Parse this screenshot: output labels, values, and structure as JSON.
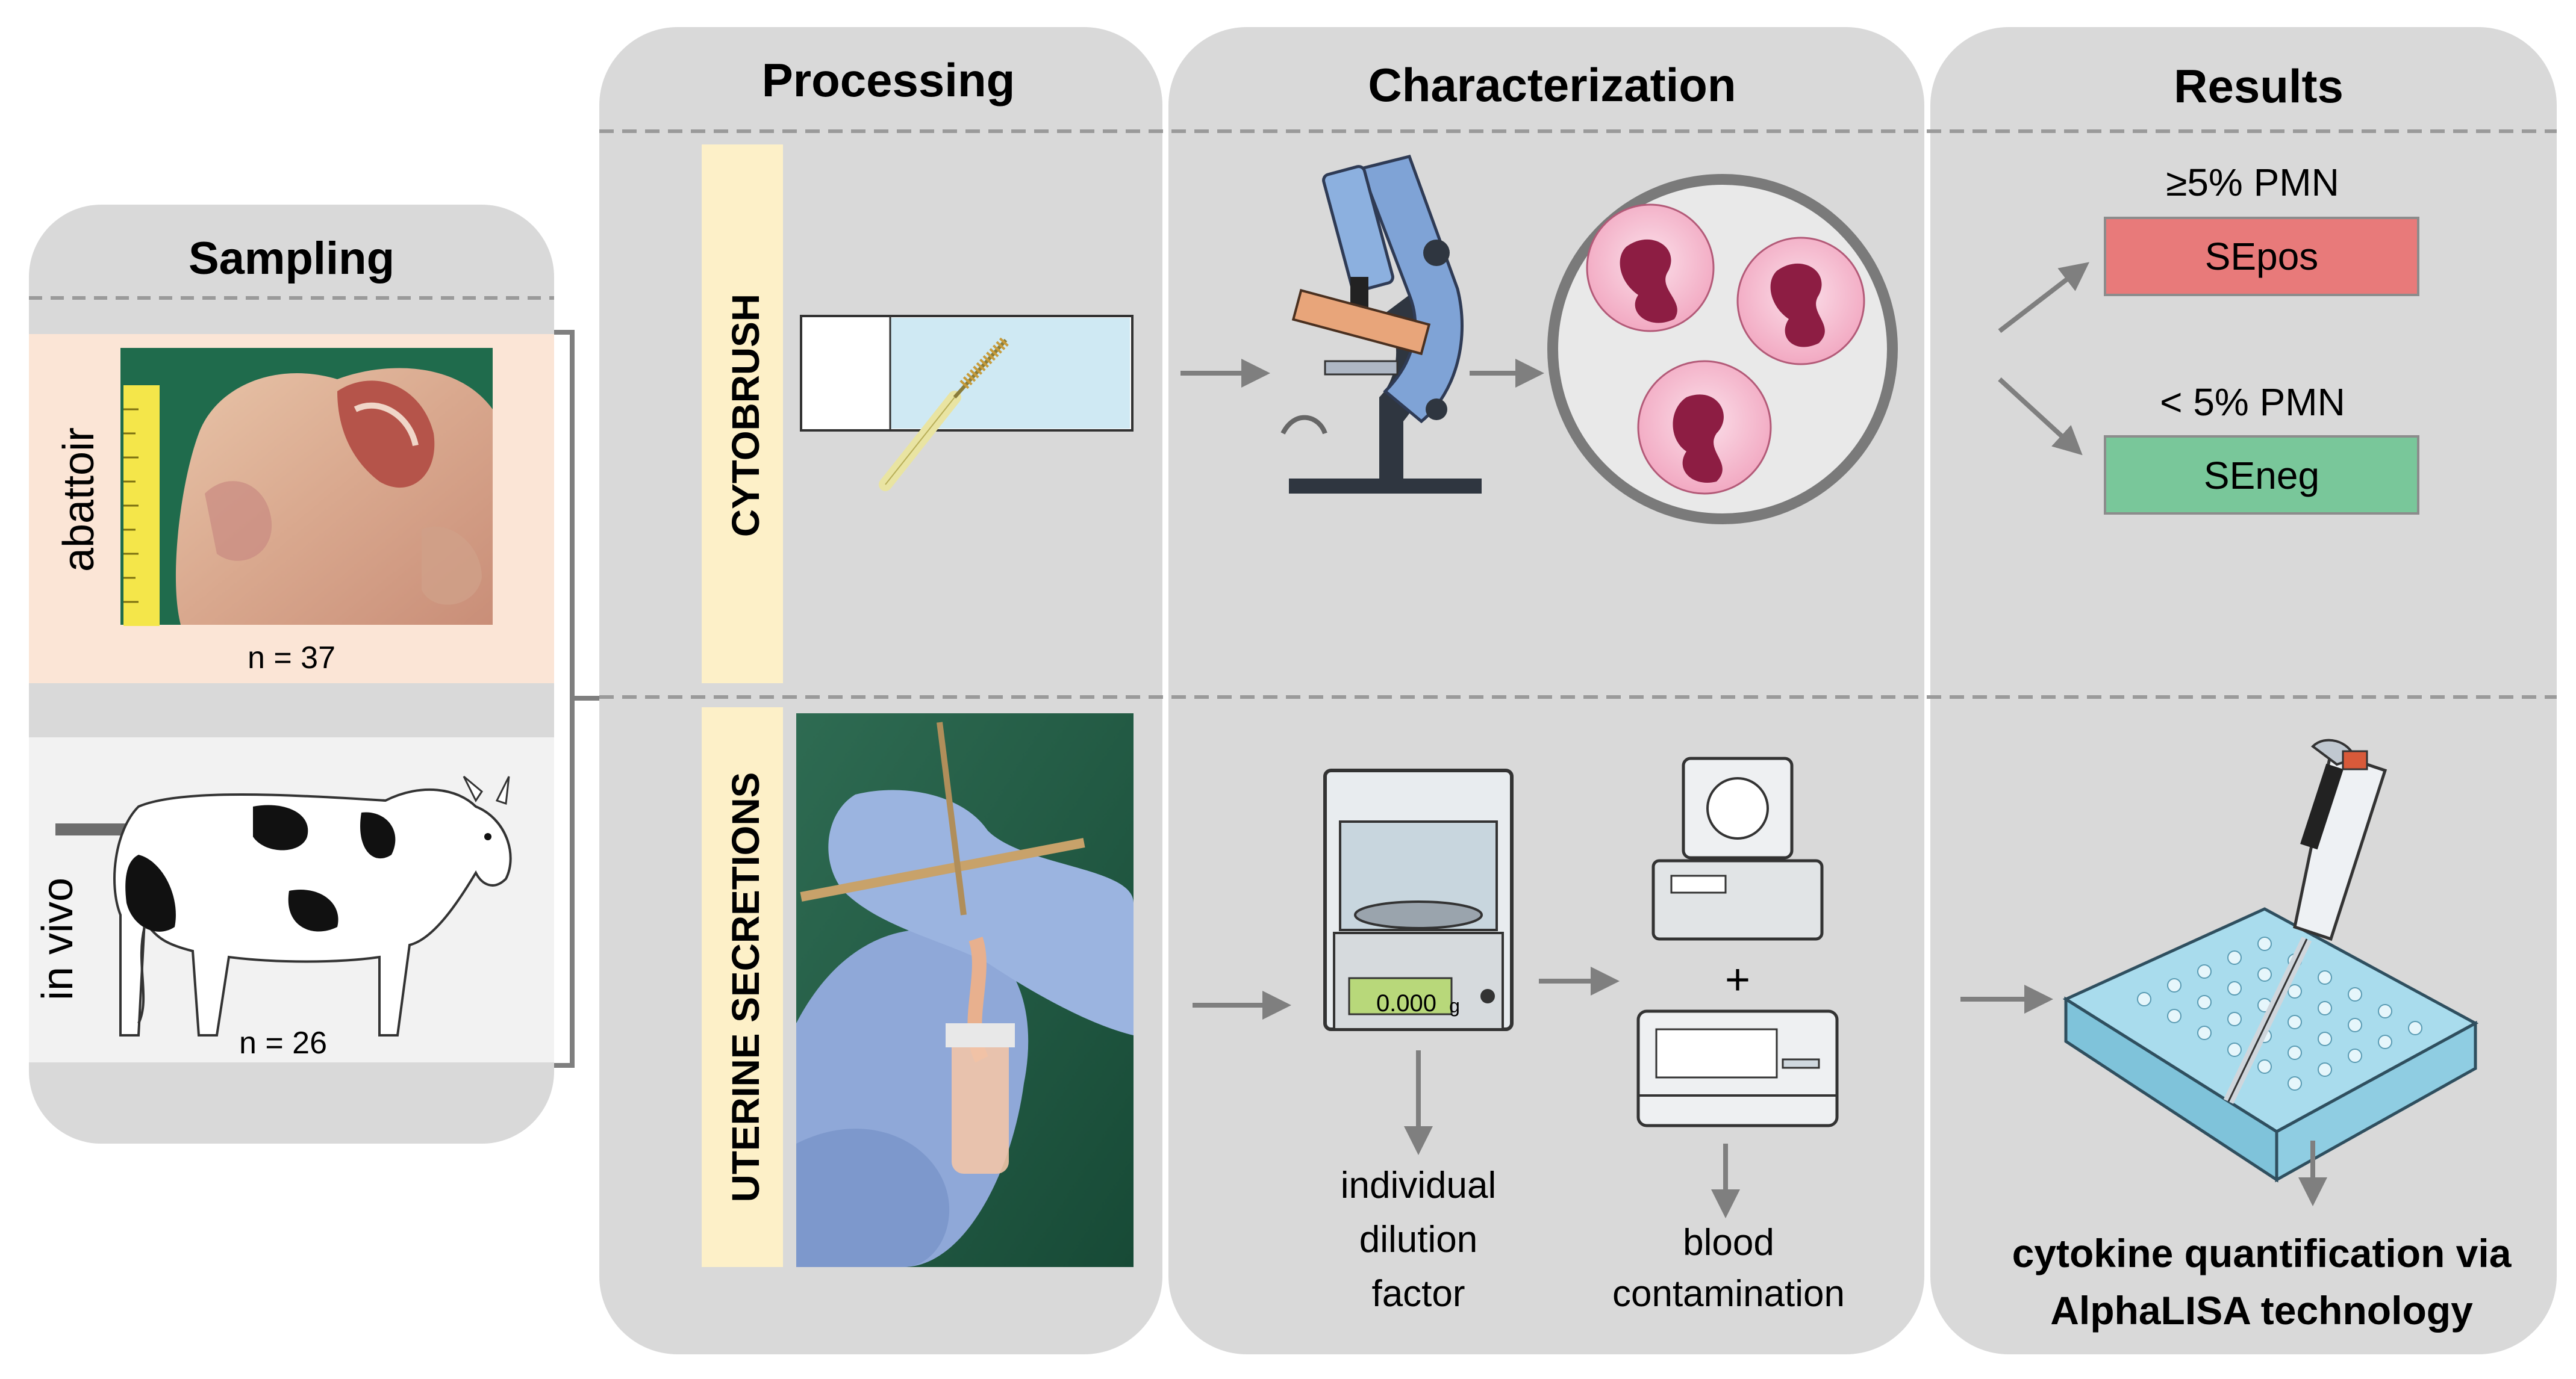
{
  "panels": {
    "sampling": {
      "title": "Sampling",
      "abattoir": {
        "label": "abattoir",
        "count": "n = 37"
      },
      "in_vivo": {
        "label": "in vivo",
        "count": "n = 26"
      }
    },
    "processing": {
      "title": "Processing",
      "cytobrush_label": "CYTOBRUSH",
      "uterine_label": "UTERINE SECRETIONS"
    },
    "characterization": {
      "title": "Characterization",
      "balance_readout": "0.000",
      "balance_unit": "g",
      "plus_sign": "+",
      "dilution_line1": "individual",
      "dilution_line2": "dilution",
      "dilution_line3": "factor",
      "blood_line1": "blood",
      "blood_line2": "contamination"
    },
    "results": {
      "title": "Results",
      "threshold_pos": "≥5% PMN",
      "sepos": "SEpos",
      "threshold_neg": "< 5% PMN",
      "seneg": "SEneg",
      "cytokine_line1": "cytokine quantification via",
      "cytokine_line2": "AlphaLISA technology"
    }
  },
  "colors": {
    "panel_bg": "#d9d9d9",
    "abattoir_bg": "#fbe5d6",
    "in_vivo_bg": "#f2f2f2",
    "label_strip": "#fdf0c8",
    "sepos": "#e87a7a",
    "seneg": "#79c79a",
    "arrow": "#7f7f7f",
    "dashed_line": "#9a9a9a"
  },
  "icons": [
    "microscope-icon",
    "neutrophil-cells-icon",
    "balance-icon",
    "centrifuge-icon",
    "spectrophotometer-icon",
    "pipette-icon",
    "well-plate-icon",
    "cow-icon",
    "slide-icon",
    "cytobrush-icon"
  ]
}
